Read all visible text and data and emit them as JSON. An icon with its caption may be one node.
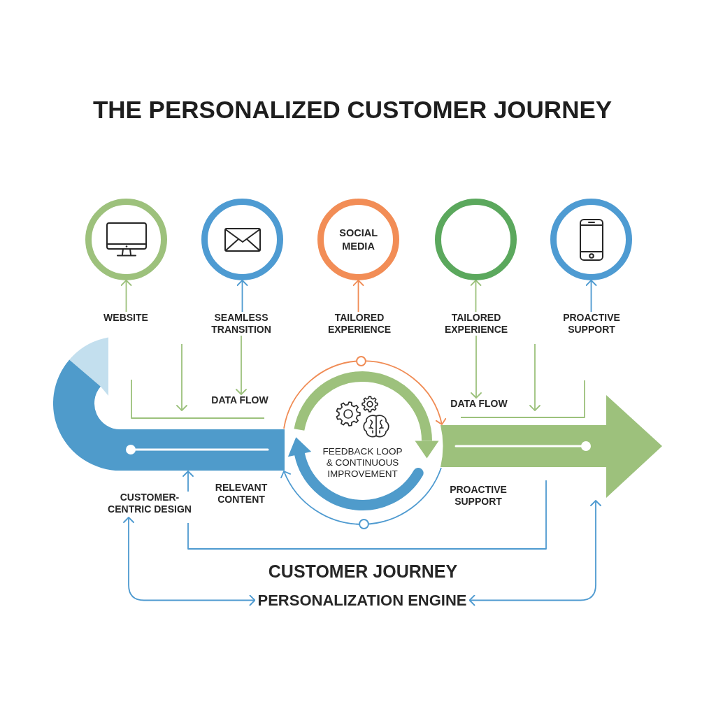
{
  "diagram": {
    "title": "THE PERSONALIZED CUSTOMER JOURNEY",
    "nodes": [
      {
        "text": [],
        "shape": "circle"
      },
      {
        "text": [],
        "shape": "circle"
      },
      {
        "text": [
          "SOCIAL MEDIA"
        ]
      },
      {
        "text": [],
        "shape": "circle"
      },
      {
        "text": [],
        "shape": "circle"
      },
      {
        "text": [
          "WEBSITE"
        ]
      },
      {
        "text": [
          "SEAMLESS TRANSITION"
        ]
      },
      {
        "text": [
          "TAILORED EXPERIENCE"
        ]
      },
      {
        "text": [
          "TAILORED EXPERIENCE"
        ]
      },
      {
        "text": [
          "PROACTIVE SUPPORT"
        ]
      },
      {
        "text": [
          "DATA FLOW"
        ]
      },
      {
        "text": [
          "DATA FLOW"
        ]
      },
      {
        "text": [],
        "shape": "band"
      },
      {
        "text": [
          "FEEDBACK LOOP & CONTINUOUS IMPROVEMENT"
        ]
      },
      {
        "text": [],
        "shape": "arrow"
      },
      {
        "text": [
          "CUSTOMER-CENTRIC DESIGN"
        ]
      },
      {
        "text": [
          "PERSONALIZATION ENGINE"
        ]
      }
    ],
    "edges": [
      {
        "from": 5,
        "to": 0,
        "arrow": "to",
        "color": "#9cc17c"
      },
      {
        "from": 6,
        "to": 1,
        "arrow": "to"
      },
      {
        "from": 7,
        "to": 2,
        "arrow": "to",
        "color": "#f08c55"
      },
      {
        "from": 8,
        "to": 3,
        "arrow": "to",
        "color": "#9cc17c"
      },
      {
        "from": 9,
        "to": 4,
        "arrow": "to"
      },
      {
        "from": 6,
        "to": 10,
        "arrow": "to",
        "color": "#9cc17c"
      },
      {
        "from": 8,
        "to": 11,
        "arrow": "to",
        "color": "#9cc17c"
      },
      {
        "from": 12,
        "to": 14,
        "arrow": "to",
        "color": "#f08c55"
      },
      {
        "from": 14,
        "to": 12,
        "arrow": "to"
      },
      {
        "from": 15,
        "to": 12,
        "arrow": "to"
      },
      {
        "from": 15,
        "to": 16,
        "arrow": "both"
      },
      {
        "from": 14,
        "to": 16,
        "arrow": "both"
      }
    ],
    "labels": [
      "RELEVANT CONTENT",
      "PROACTIVE SUPPORT",
      "CUSTOMER JOURNEY"
    ]
  }
}
